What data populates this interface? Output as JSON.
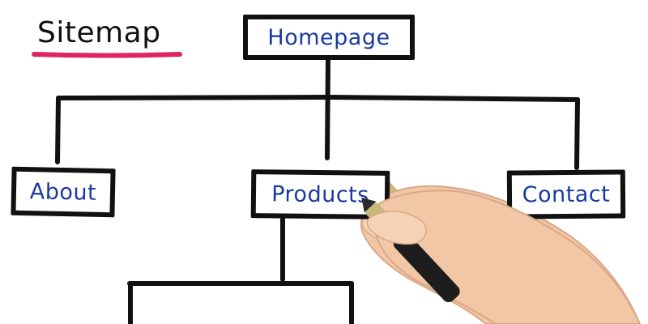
{
  "title": "Sitemap",
  "nodes": {
    "home": "Homepage",
    "about": "About",
    "products": "Products",
    "contact": "Contact"
  },
  "colors": {
    "ink": "#111111",
    "label_text": "#1b3a9e",
    "underline": "#e0245e",
    "skin": "#f2c7a5",
    "marker_body": "#c8b878",
    "marker_cap": "#1d1d1d"
  }
}
